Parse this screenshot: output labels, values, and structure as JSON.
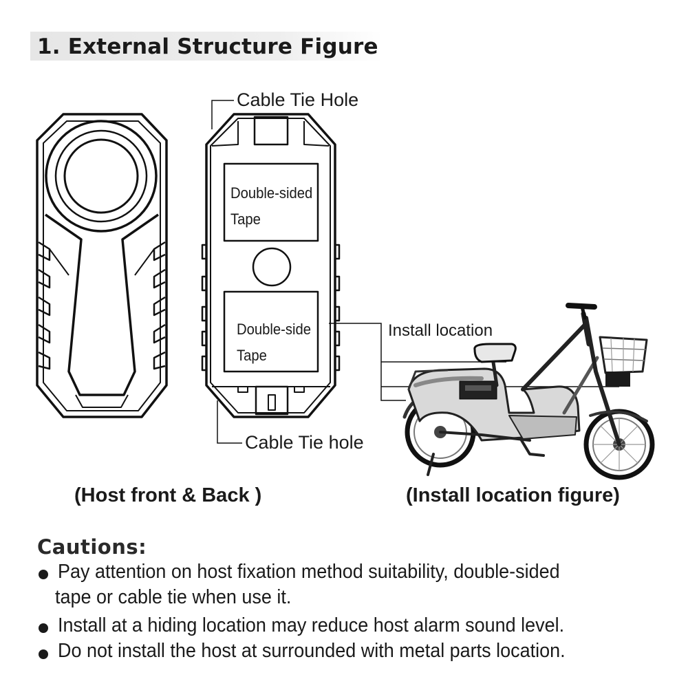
{
  "section_title": "1.  External Structure Figure",
  "labels": {
    "cable_tie_hole_top": "Cable Tie Hole",
    "cable_tie_hole_bottom": "Cable Tie hole",
    "tape_top_line1": "Double-sided",
    "tape_top_line2": "Tape",
    "tape_bottom_line1": "Double-side",
    "tape_bottom_line2": "Tape",
    "install_location": "Install location"
  },
  "captions": {
    "host": "(Host front & Back )",
    "install": "(Install location figure)"
  },
  "cautions": {
    "heading": "Cautions:",
    "items": [
      {
        "line1": "Pay attention on host fixation method suitability, double-sided",
        "line2": "tape or cable tie when use it."
      },
      {
        "line1": "Install at a hiding location may reduce host alarm sound level."
      },
      {
        "line1": "Do not install the host at surrounded with metal parts location."
      }
    ]
  },
  "icons": [
    "alarm-host-front-icon",
    "alarm-host-back-icon",
    "electric-bike-icon"
  ]
}
